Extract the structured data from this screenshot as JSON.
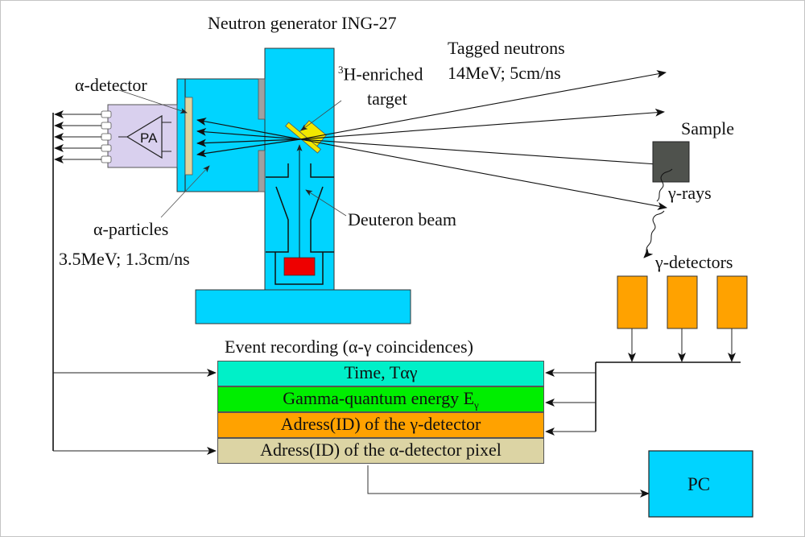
{
  "diagram": {
    "title": "Neutron generator ING-27",
    "colors": {
      "generator": "#00d4ff",
      "alpha_detector_strip": "#ddd4a0",
      "preamp_box": "#d9d0ee",
      "target": "#f2e800",
      "ion_source": "#ee0000",
      "sample": "#4f524d",
      "gamma_detector": "#ffa200",
      "row_time": "#00f0c8",
      "row_energy": "#00ee00",
      "row_gamma_id": "#ffa200",
      "row_alpha_id": "#dcd4a4",
      "pc": "#00d4ff",
      "aperture": "#a0a0a0"
    },
    "labels": {
      "alpha_detector": "α-detector",
      "preamp": "PA",
      "target_sup": "3",
      "target_line1": "H-enriched",
      "target_line2": "target",
      "tagged_neutrons_line1": "Tagged neutrons",
      "tagged_neutrons_line2": "14MeV; 5cm/ns",
      "sample": "Sample",
      "gamma_rays": "γ-rays",
      "alpha_particles_line1": "α-particles",
      "alpha_particles_line2": "3.5MeV; 1.3cm/ns",
      "deuteron_beam": "Deuteron beam",
      "gamma_detectors": "γ-detectors",
      "pc": "PC"
    },
    "event_recording": {
      "title": "Event recording (α-γ coincidences)",
      "rows": [
        {
          "label": "Time, Tαγ"
        },
        {
          "label": "Gamma-quantum energy E",
          "sub": "γ"
        },
        {
          "label": "Adress(ID) of the γ-detector"
        },
        {
          "label": "Adress(ID) of the α-detector pixel"
        }
      ]
    },
    "gamma_detector_count": 3,
    "preamp_output_count": 5
  }
}
